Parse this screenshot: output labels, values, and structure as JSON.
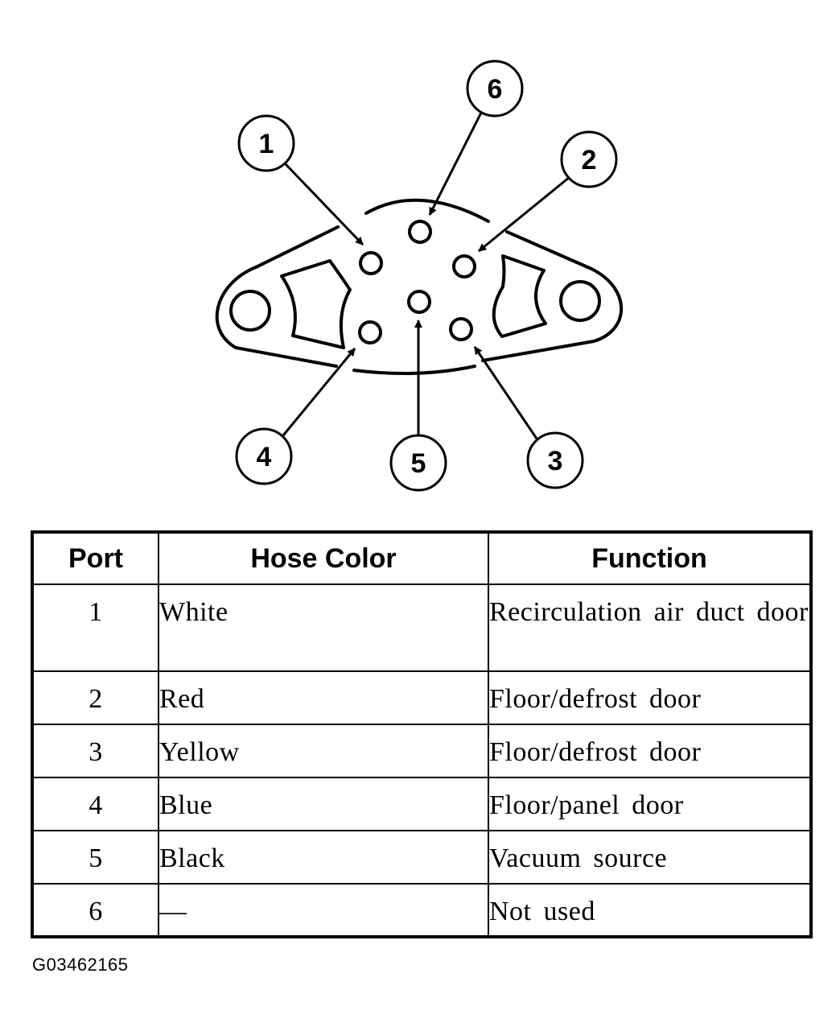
{
  "diagram": {
    "callouts": [
      "1",
      "2",
      "3",
      "4",
      "5",
      "6"
    ]
  },
  "table": {
    "headers": {
      "port": "Port",
      "hose_color": "Hose Color",
      "function": "Function"
    },
    "rows": [
      {
        "port": "1",
        "hose_color": "White",
        "function": "Recirculation air duct door"
      },
      {
        "port": "2",
        "hose_color": "Red",
        "function": "Floor/defrost door"
      },
      {
        "port": "3",
        "hose_color": "Yellow",
        "function": "Floor/defrost door"
      },
      {
        "port": "4",
        "hose_color": "Blue",
        "function": "Floor/panel door"
      },
      {
        "port": "5",
        "hose_color": "Black",
        "function": "Vacuum source"
      },
      {
        "port": "6",
        "hose_color": "—",
        "function": "Not used"
      }
    ]
  },
  "figure_code": "G03462165"
}
